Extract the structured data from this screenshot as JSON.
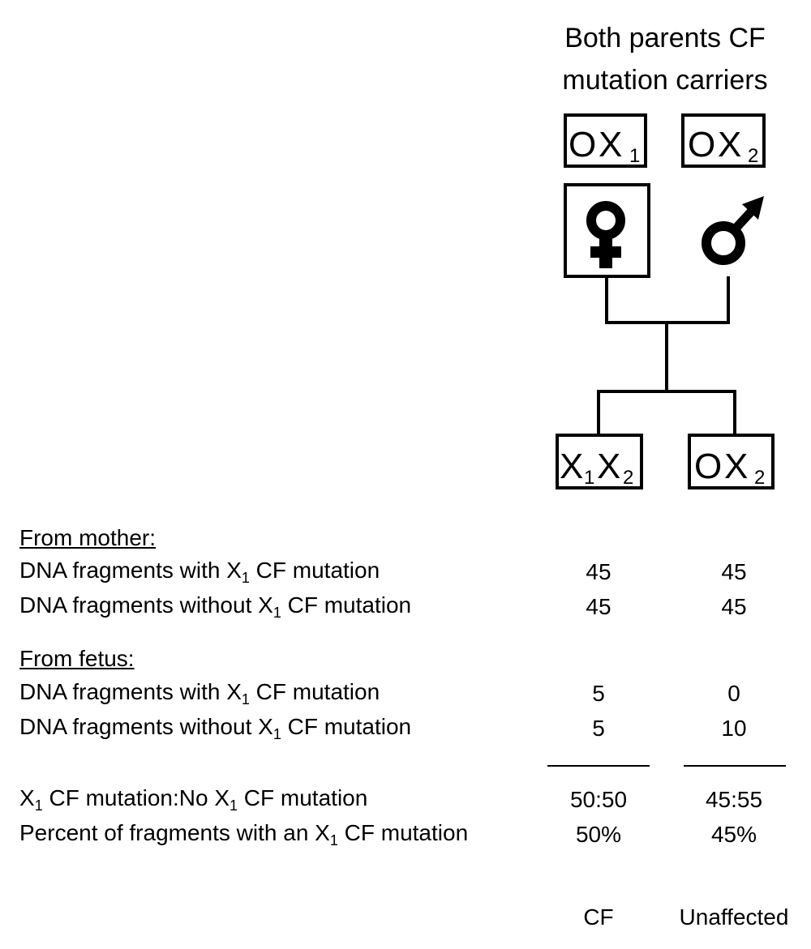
{
  "title_line1": "Both parents CF",
  "title_line2": "mutation carriers",
  "mother_genotype": {
    "a": "O",
    "b": "X",
    "b_sub": "1"
  },
  "father_genotype": {
    "a": "O",
    "b": "X",
    "b_sub": "2"
  },
  "mother_symbol": "♀",
  "father_symbol": "♂",
  "child1_genotype": {
    "a": "X",
    "a_sub": "1",
    "b": "X",
    "b_sub": "2"
  },
  "child2_genotype": {
    "a": "O",
    "b": "X",
    "b_sub": "2"
  },
  "section_mother": "From mother:",
  "section_fetus": "From fetus:",
  "rows": {
    "with_prefix": "DNA fragments with X",
    "without_prefix": "DNA fragments without X",
    "sub1": "1",
    "suffix": " CF mutation"
  },
  "mother": {
    "with": {
      "cf": "45",
      "unaffected": "45"
    },
    "without": {
      "cf": "45",
      "unaffected": "45"
    }
  },
  "fetus": {
    "with": {
      "cf": "5",
      "unaffected": "0"
    },
    "without": {
      "cf": "5",
      "unaffected": "10"
    }
  },
  "ratio_row": {
    "part1": "X",
    "part2": " CF mutation:No X",
    "part3": " CF mutation",
    "cf": "50:50",
    "unaffected": "45:55"
  },
  "percent_row": {
    "part1": "Percent of fragments with an X",
    "part2": " CF mutation",
    "cf": "50%",
    "unaffected": "45%"
  },
  "footer": {
    "cf": "CF",
    "unaffected": "Unaffected"
  }
}
